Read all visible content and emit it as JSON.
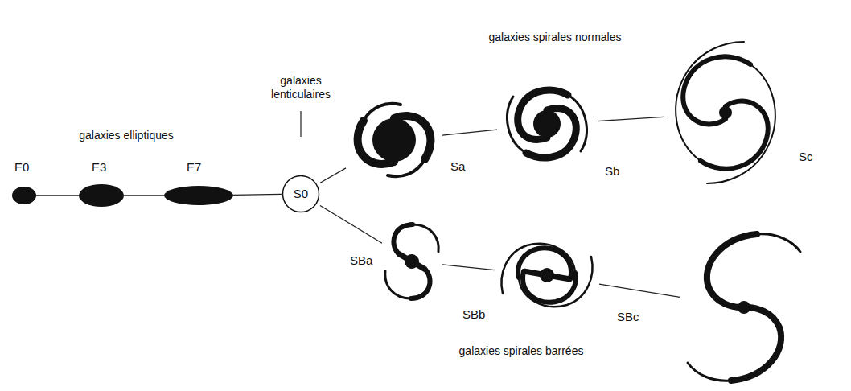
{
  "diagram": {
    "nodes": [
      {
        "text": [
          "E0"
        ]
      },
      {
        "text": [
          "E3"
        ]
      },
      {
        "text": [
          "E7"
        ]
      },
      {
        "text": [
          "S0"
        ]
      },
      {
        "text": [
          "Sa"
        ]
      },
      {
        "text": [
          "Sb"
        ]
      },
      {
        "text": [
          "Sc"
        ]
      },
      {
        "text": [
          "SBa"
        ]
      },
      {
        "text": [
          "SBb"
        ]
      },
      {
        "text": [
          "SBc"
        ]
      }
    ],
    "edges": [
      {
        "from": 0,
        "to": 1,
        "arrow": "none"
      },
      {
        "from": 1,
        "to": 2,
        "arrow": "none"
      },
      {
        "from": 2,
        "to": 3,
        "arrow": "none"
      },
      {
        "from": 3,
        "to": 4,
        "arrow": "none"
      },
      {
        "from": 4,
        "to": 5,
        "arrow": "none"
      },
      {
        "from": 5,
        "to": 6,
        "arrow": "none"
      },
      {
        "from": 3,
        "to": 7,
        "arrow": "none"
      },
      {
        "from": 7,
        "to": 8,
        "arrow": "none"
      },
      {
        "from": 8,
        "to": 9,
        "arrow": "none"
      }
    ],
    "labels": [
      "galaxies elliptiques",
      "galaxies lenticulaires",
      "galaxies spirales normales",
      "galaxies spirales barrées"
    ]
  }
}
